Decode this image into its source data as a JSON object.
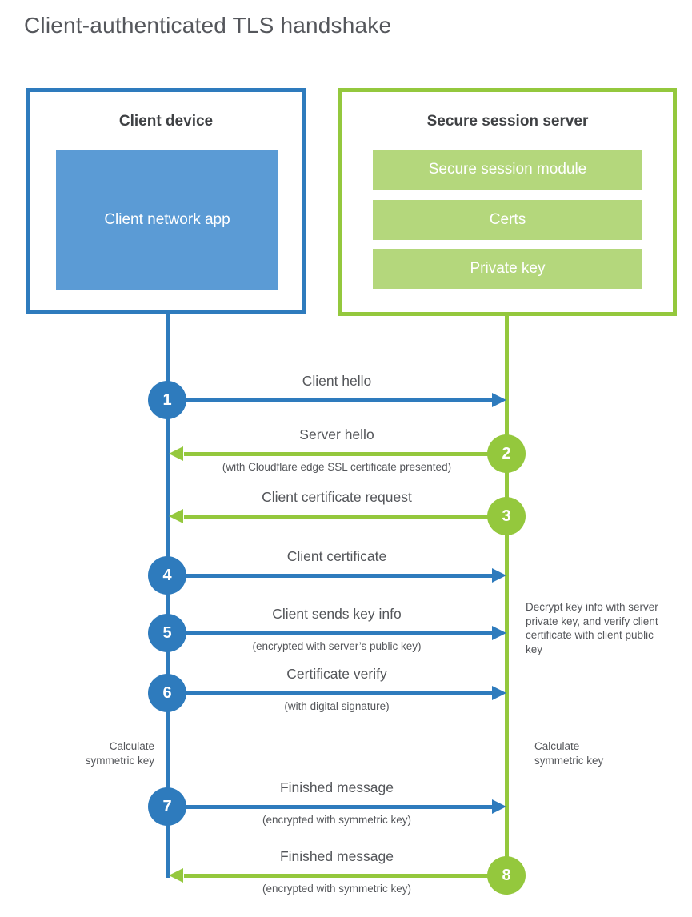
{
  "title": "Client-authenticated TLS handshake",
  "colors": {
    "blue": "#2e7bbd",
    "blue_light": "#5b9bd5",
    "green": "#94c83d",
    "green_light": "#b4d77c",
    "text": "#54565a"
  },
  "client_box": {
    "title": "Client device",
    "module": "Client network app"
  },
  "server_box": {
    "title": "Secure session server",
    "modules": [
      "Secure session module",
      "Certs",
      "Private key"
    ]
  },
  "steps": [
    {
      "num": "1",
      "label": "Client hello",
      "note": "",
      "from": "client",
      "to": "server"
    },
    {
      "num": "2",
      "label": "Server hello",
      "note": "(with Cloudflare edge SSL certificate presented)",
      "from": "server",
      "to": "client"
    },
    {
      "num": "3",
      "label": "Client certificate request",
      "note": "",
      "from": "server",
      "to": "client"
    },
    {
      "num": "4",
      "label": "Client certificate",
      "note": "",
      "from": "client",
      "to": "server"
    },
    {
      "num": "5",
      "label": "Client sends key info",
      "note": "(encrypted with server’s public key)",
      "from": "client",
      "to": "server"
    },
    {
      "num": "6",
      "label": "Certificate verify",
      "note": "(with digital signature)",
      "from": "client",
      "to": "server"
    },
    {
      "num": "7",
      "label": "Finished message",
      "note": "(encrypted with symmetric key)",
      "from": "client",
      "to": "server"
    },
    {
      "num": "8",
      "label": "Finished message",
      "note": "(encrypted with symmetric key)",
      "from": "server",
      "to": "client"
    }
  ],
  "annotations": {
    "decrypt_note": "Decrypt key info with server private key, and verify client certificate with client public key",
    "calc_left": "Calculate symmetric key",
    "calc_right": "Calculate symmetric key"
  }
}
